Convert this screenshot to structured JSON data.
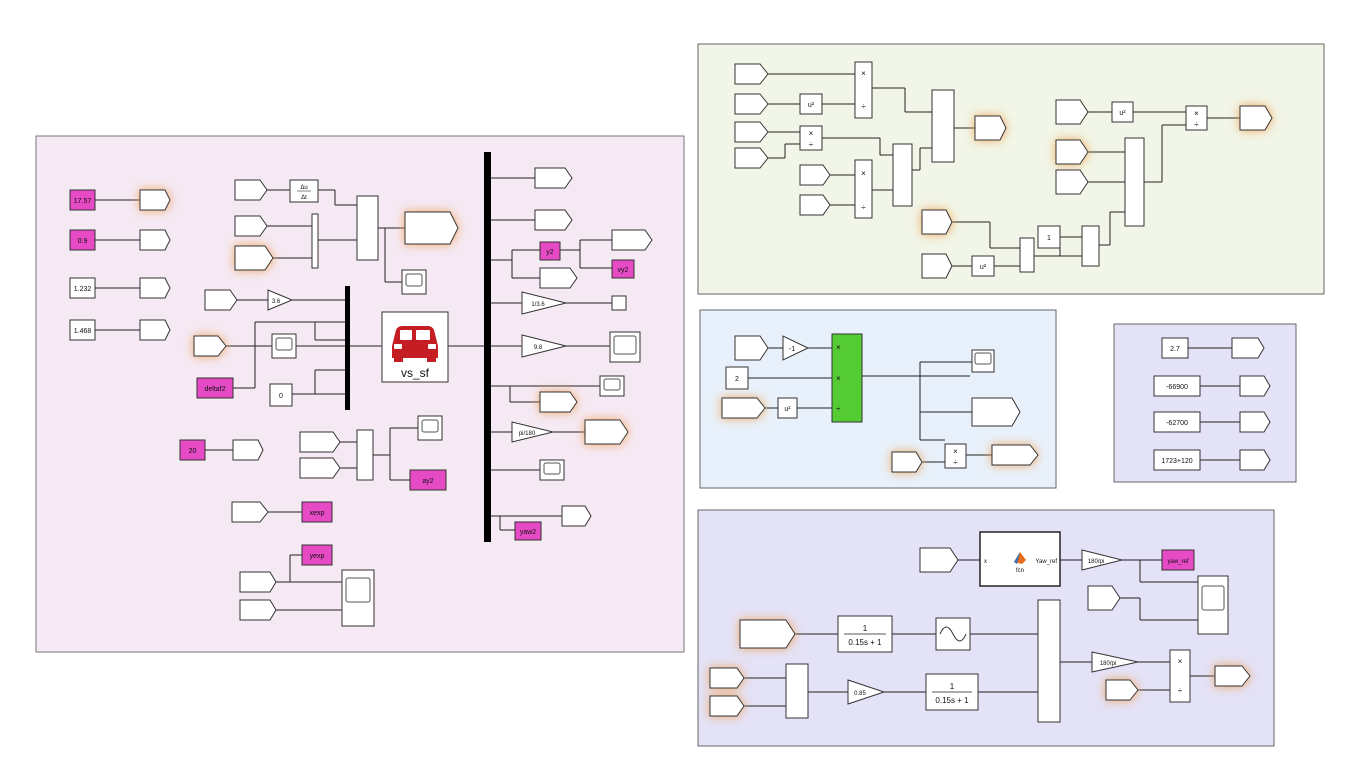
{
  "vehicle_block": {
    "label": "vs_sf",
    "icon": "car-icon"
  },
  "constants_left": [
    "17.57",
    "0.9",
    "1.232",
    "1.468"
  ],
  "left_group": {
    "deltaf_tag": "deltaf2",
    "const_zero": "0",
    "const_20": "20",
    "gain_top": "3.6",
    "deriv_num": "Δu",
    "deriv_den": "Δt",
    "xexp_tag": "xexp",
    "yexp_tag": "yexp",
    "ay2_tag": "ay2",
    "y2_tag": "y2",
    "vy2_tag": "vy2",
    "yaw2_tag": "yaw2",
    "gain_36": "1/3.6",
    "gain_98": "9.8",
    "gain_pi": "pi/180"
  },
  "square_label": "u²",
  "const_one": "1",
  "const_two": "2",
  "gain_minus_one": "-1",
  "const_right": [
    "2.7",
    "-66900",
    "-62700",
    "1723+120"
  ],
  "bottom_group": {
    "fcn_in": "x",
    "fcn_name": "fcn",
    "fcn_out": "Yaw_ref",
    "gain_180pi": "180/pi",
    "yaw_ref_tag": "yaw_ref",
    "tf_num": "1",
    "tf_den": "0.15s + 1",
    "gain_085": "0.85"
  },
  "colors": {
    "pink_bg": "#f5e9f4",
    "green_bg": "#f1f6e8",
    "blue_bg": "#e8f1fb",
    "lavender_bg": "#e4e2f7",
    "tag_magenta": "#e64ac5",
    "product_green": "#55cc33",
    "glow_orange": "#f0a050"
  }
}
